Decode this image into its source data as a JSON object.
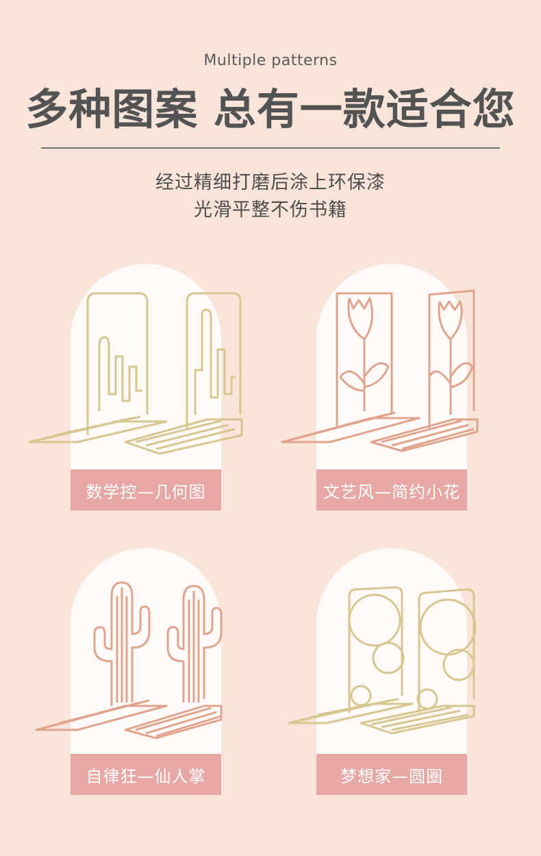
{
  "header": {
    "subtitle_en": "Multiple patterns",
    "headline": "多种图案 总有一款适合您",
    "desc_line1": "经过精细打磨后涂上环保漆",
    "desc_line2": "光滑平整不伤书籍"
  },
  "colors": {
    "background": "#f9e4da",
    "label_bg": "#e7a7a4",
    "gold_wire": "#d6c690",
    "rose_wire": "#e0a48e"
  },
  "products": [
    {
      "label": "数学控—几何图",
      "icon": "geometric-bookend",
      "color": "gold"
    },
    {
      "label": "文艺风—简约小花",
      "icon": "tulip-bookend",
      "color": "rose-gold"
    },
    {
      "label": "自律狂—仙人掌",
      "icon": "cactus-bookend",
      "color": "rose-gold"
    },
    {
      "label": "梦想家—圆圈",
      "icon": "circles-bookend",
      "color": "gold"
    }
  ]
}
